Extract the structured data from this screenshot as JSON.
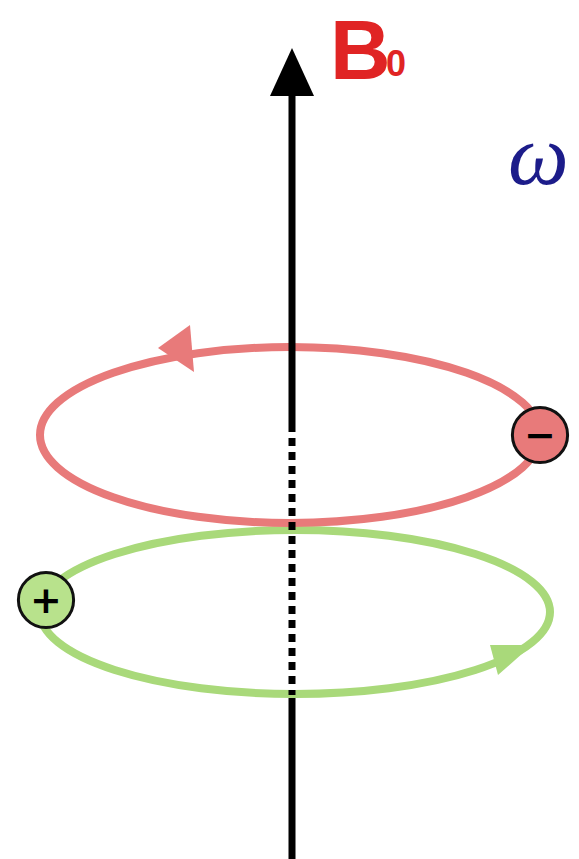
{
  "diagram": {
    "nodes": [
      {
        "text": [
          "−"
        ]
      },
      {
        "text": [
          "+"
        ]
      }
    ],
    "labels": [
      "B",
      "0",
      "ω"
    ]
  }
}
